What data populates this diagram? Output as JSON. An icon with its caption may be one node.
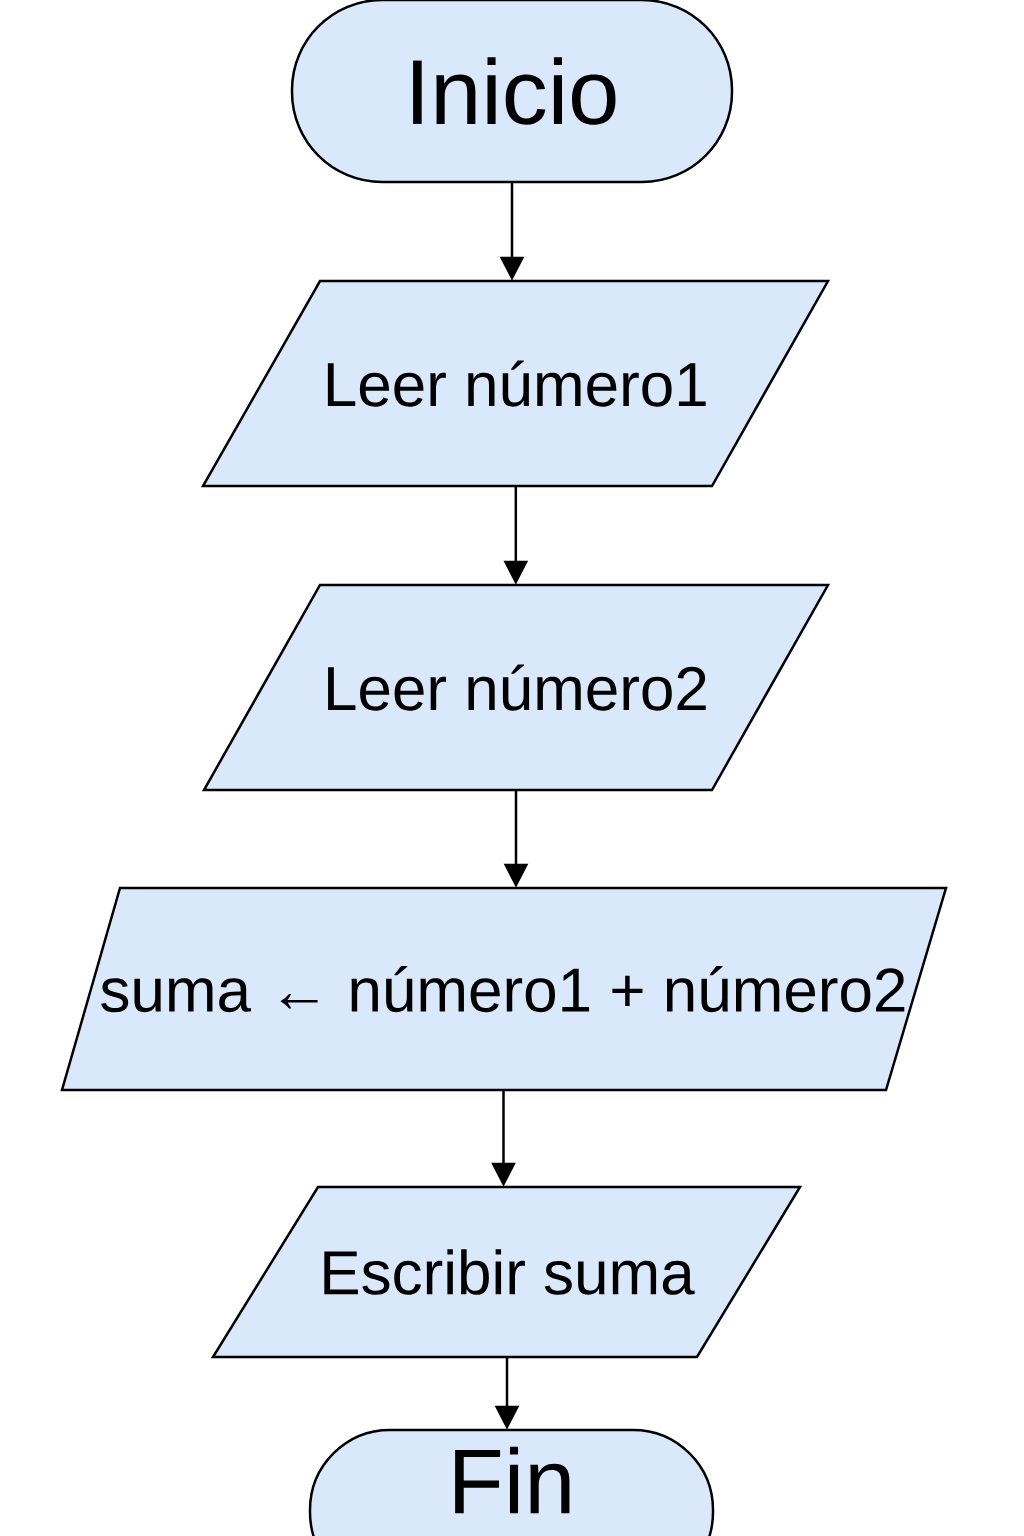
{
  "diagram": {
    "nodes": [
      {
        "text": [
          "Inicio"
        ]
      },
      {
        "text": [
          "Leer número1"
        ]
      },
      {
        "text": [
          "Leer número2"
        ]
      },
      {
        "text": [
          "suma ← número1 + número2"
        ]
      },
      {
        "text": [
          "Escribir suma"
        ]
      },
      {
        "text": [
          "Fin"
        ]
      }
    ],
    "edges": [
      {
        "from": 0,
        "to": 1,
        "arrow": "to"
      },
      {
        "from": 1,
        "to": 2,
        "arrow": "to"
      },
      {
        "from": 2,
        "to": 3,
        "arrow": "to"
      },
      {
        "from": 3,
        "to": 4,
        "arrow": "to"
      },
      {
        "from": 4,
        "to": 5,
        "arrow": "to"
      }
    ]
  }
}
